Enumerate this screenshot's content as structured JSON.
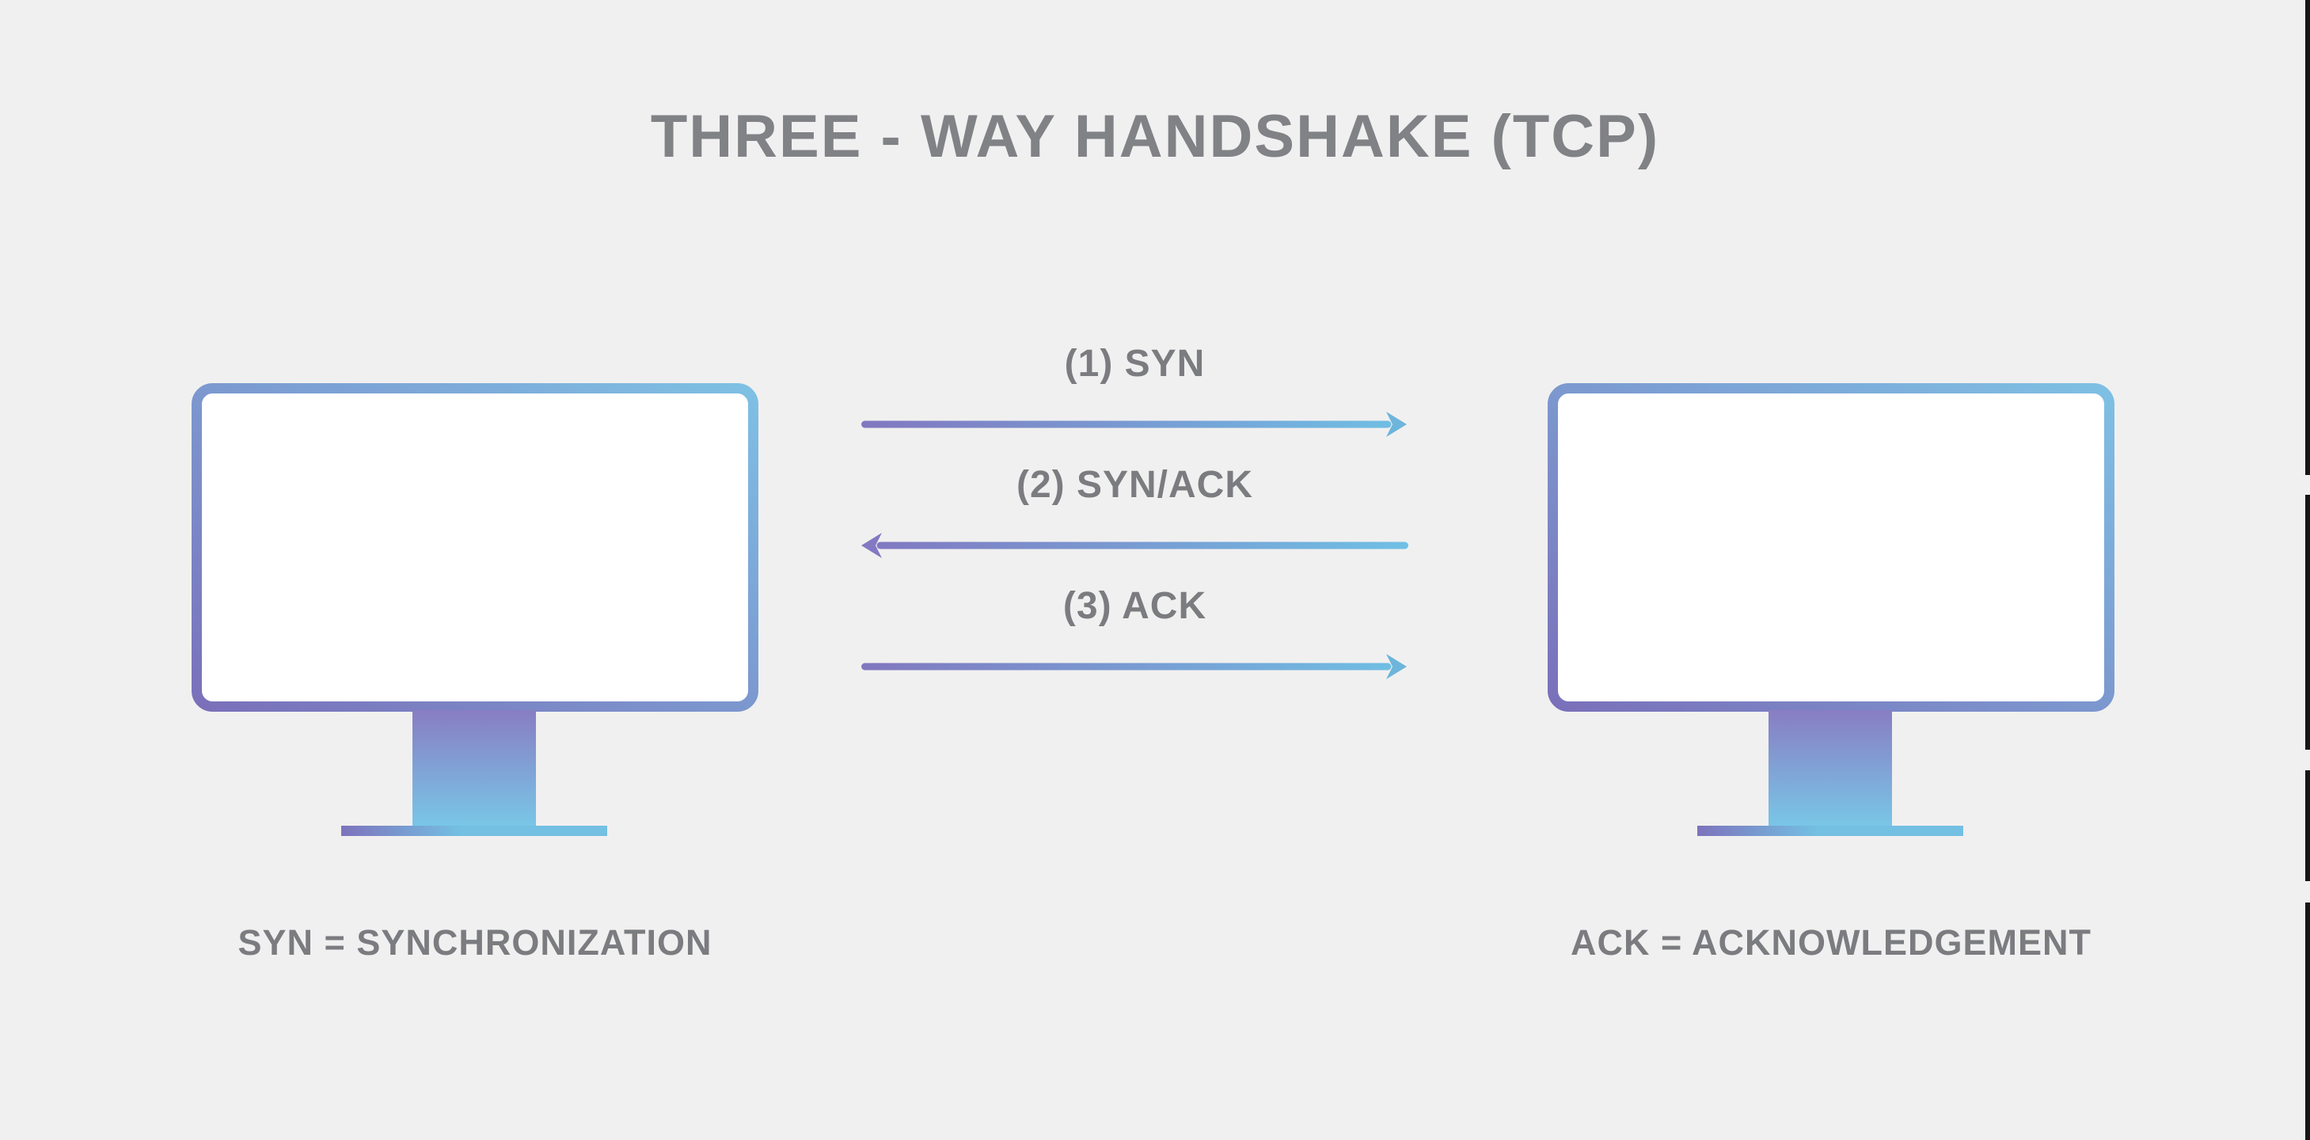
{
  "title": "THREE - WAY HANDSHAKE (TCP)",
  "diagram_type": "tcp-three-way-handshake",
  "nodes": {
    "client": {
      "name": "client-computer",
      "icon": "desktop-monitor-icon"
    },
    "server": {
      "name": "server-computer",
      "icon": "desktop-monitor-icon"
    }
  },
  "arrows": [
    {
      "label": "(1) SYN",
      "direction": "right",
      "from": "client",
      "to": "server"
    },
    {
      "label": "(2) SYN/ACK",
      "direction": "left",
      "from": "server",
      "to": "client"
    },
    {
      "label": "(3) ACK",
      "direction": "right",
      "from": "client",
      "to": "server"
    }
  ],
  "legend": {
    "syn": "SYN = SYNCHRONIZATION",
    "ack": "ACK = ACKNOWLEDGEMENT"
  },
  "colors": {
    "bg": "#f1f0f0",
    "title_gray": "#818286",
    "text_gray": "#7b7c80",
    "grad_purple": "#7a70ba",
    "grad_blue": "#7ec0e4",
    "stand_purple": "#887dc3",
    "stand_blue": "#79c6e7",
    "base_purple": "#7d73bc",
    "base_blue": "#73c0e3",
    "line_purple": "#8177c0",
    "line_blue": "#6fc0e5",
    "head_blue": "#6db5db",
    "head_purple": "#8279c2",
    "screen_white": "#ffffff",
    "edge_line": "#161616"
  }
}
